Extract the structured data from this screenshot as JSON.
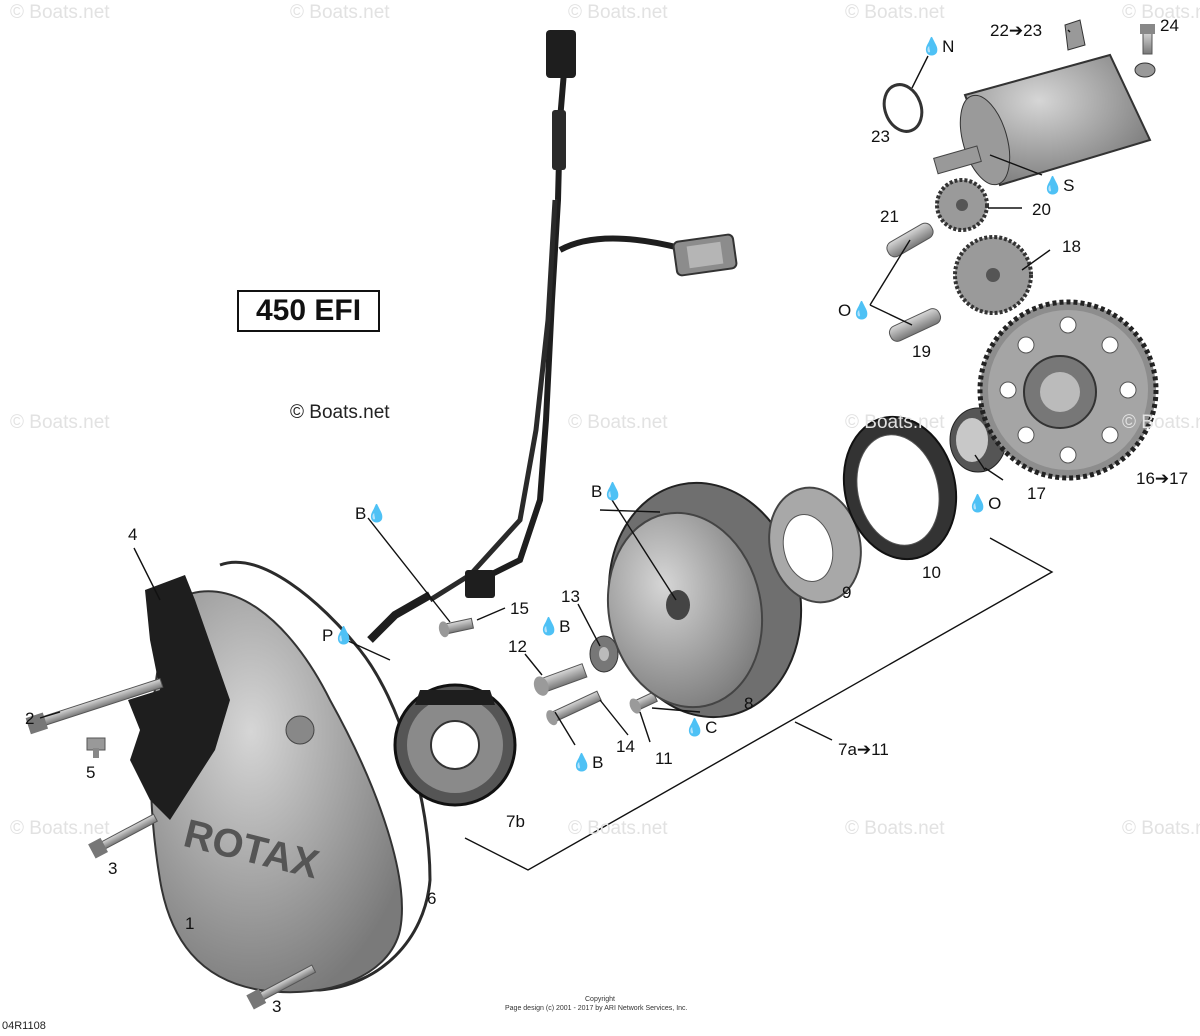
{
  "title": "450 EFI",
  "credit": "© Boats.net",
  "watermark": "© Boats.net",
  "diagram_code": "04R1108",
  "footer": {
    "line1": "Copyright",
    "line2": "Page design (c) 2001 - 2017 by ARI Network Services, Inc."
  },
  "labels": {
    "p1": "1",
    "p2": "2",
    "p3a": "3",
    "p3b": "3",
    "p4": "4",
    "p5": "5",
    "p6": "6",
    "p7b": "7b",
    "p7a": "7a➔11",
    "p8": "8",
    "p9": "9",
    "p10": "10",
    "p11": "11",
    "p12": "12",
    "p13": "13",
    "p14": "14",
    "p15": "15",
    "p16": "16➔17",
    "p17": "17",
    "p18": "18",
    "p19": "19",
    "p20": "20",
    "p21": "21",
    "p22": "22➔23",
    "p23": "23",
    "p24": "24"
  },
  "lube": {
    "b_15": "B",
    "p": "P",
    "b_8": "B",
    "b_12": "B",
    "b_14": "B",
    "c": "C",
    "o_19": "O",
    "o_17": "O",
    "n": "N",
    "s": "S"
  },
  "colors": {
    "part": "#9a9a9a",
    "dark": "#1e1e1e",
    "line": "#111111",
    "watermark": "#e2e2e2"
  }
}
